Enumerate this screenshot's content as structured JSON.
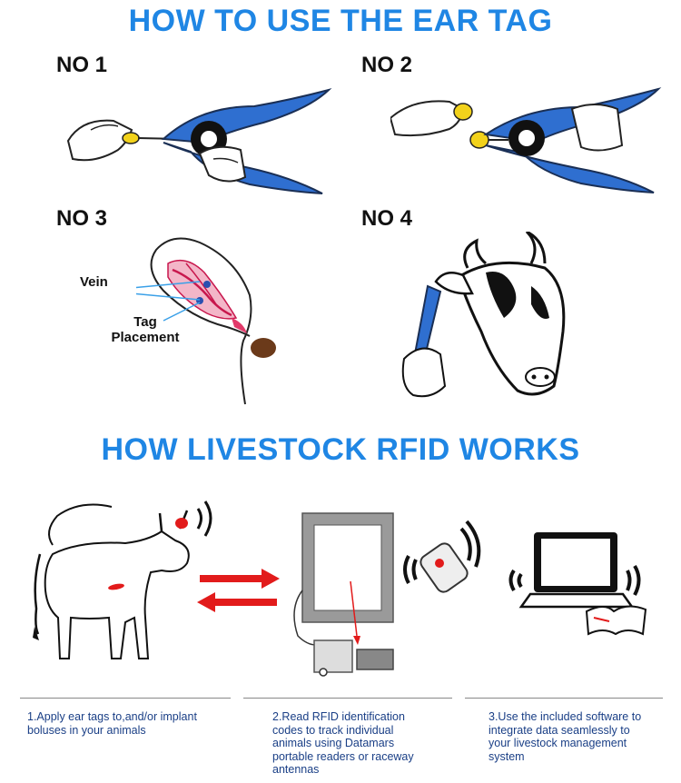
{
  "ear_tag_section": {
    "title": "HOW TO USE THE EAR TAG",
    "steps": [
      {
        "label": "NO 1"
      },
      {
        "label": "NO 2"
      },
      {
        "label": "NO 3"
      },
      {
        "label": "NO 4"
      }
    ],
    "annotations": {
      "vein": "Vein",
      "tag_line1": "Tag",
      "tag_line2": "Placement"
    }
  },
  "rfid_section": {
    "title": "HOW LIVESTOCK RFID WORKS",
    "captions": [
      {
        "text": "1.Apply ear tags to,and/or implant boluses in your animals"
      },
      {
        "text": "2.Read RFID identification codes to track individual animals using Datamars portable readers or raceway antennas"
      },
      {
        "text": "3.Use the included software to integrate data seamlessly to your livestock management system"
      }
    ]
  },
  "colors": {
    "heading": "#1f86e4",
    "applicator": "#2f6fd0",
    "arrow": "#e21b1b",
    "caption": "#1a3f86"
  }
}
